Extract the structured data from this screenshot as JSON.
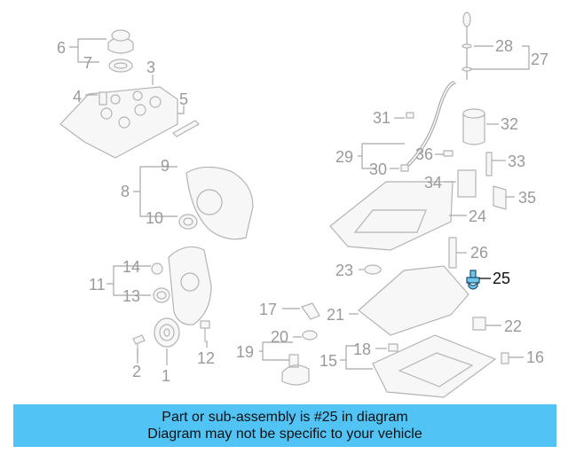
{
  "banner": {
    "line1": "Part or sub-assembly is #25 in diagram",
    "line2": "Diagram may not be specific to your vehicle"
  },
  "highlight_color": "#52c3f5",
  "highlighted_part": "25",
  "callouts": [
    "1",
    "2",
    "3",
    "4",
    "5",
    "6",
    "7",
    "8",
    "9",
    "10",
    "11",
    "12",
    "13",
    "14",
    "15",
    "16",
    "17",
    "18",
    "19",
    "20",
    "21",
    "22",
    "23",
    "24",
    "25",
    "26",
    "27",
    "28",
    "29",
    "30",
    "31",
    "32",
    "33",
    "34",
    "35",
    "36"
  ]
}
